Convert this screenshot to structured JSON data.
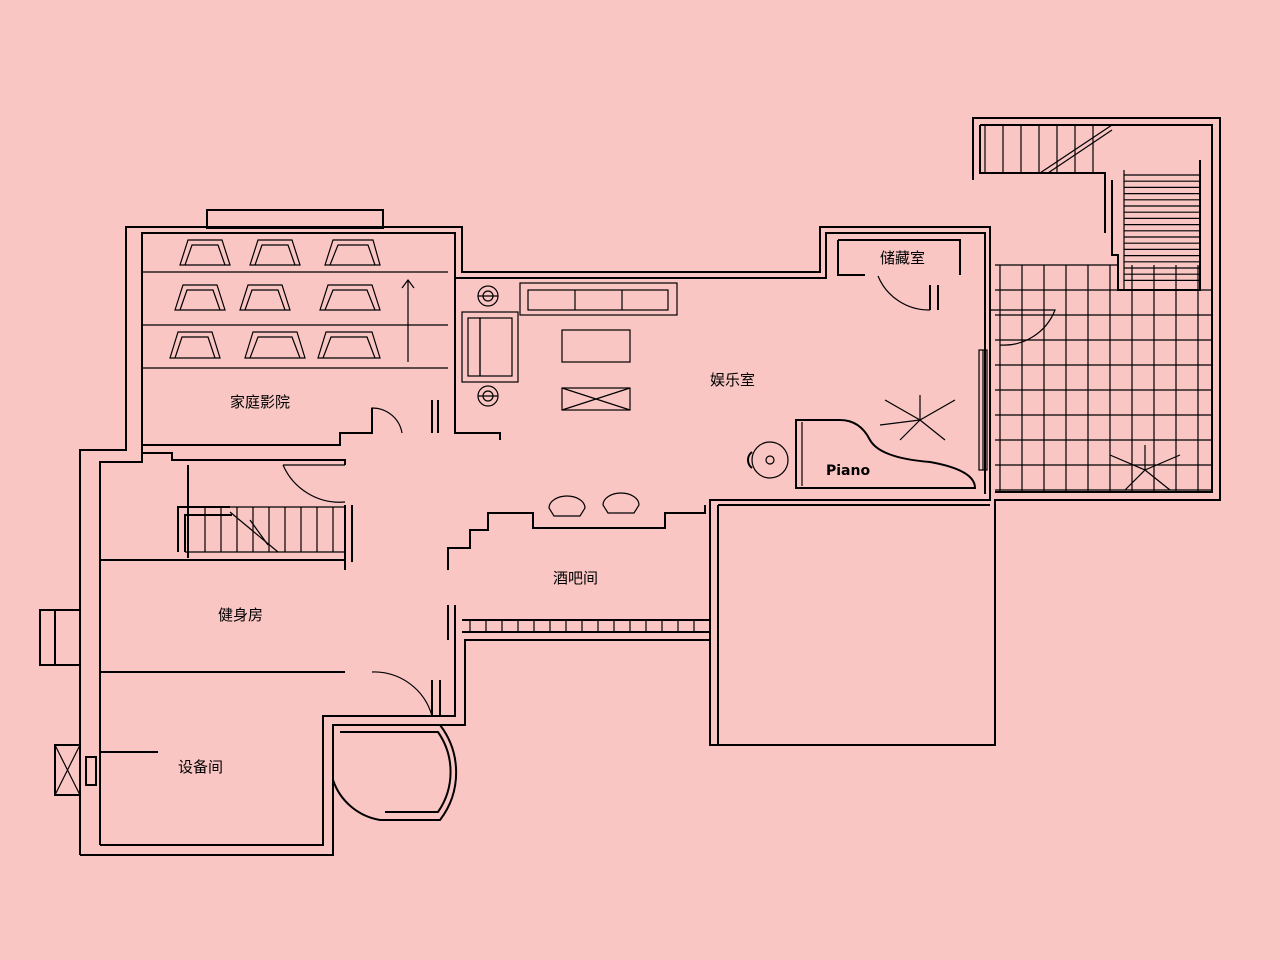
{
  "background_color": "#f9c6c4",
  "line_color": "#000000",
  "rooms": {
    "home_theater": "家庭影院",
    "entertainment_room": "娱乐室",
    "storage_room": "储藏室",
    "bar": "酒吧间",
    "gym": "健身房",
    "equipment_room": "设备间"
  },
  "furniture": {
    "piano": "Piano"
  }
}
